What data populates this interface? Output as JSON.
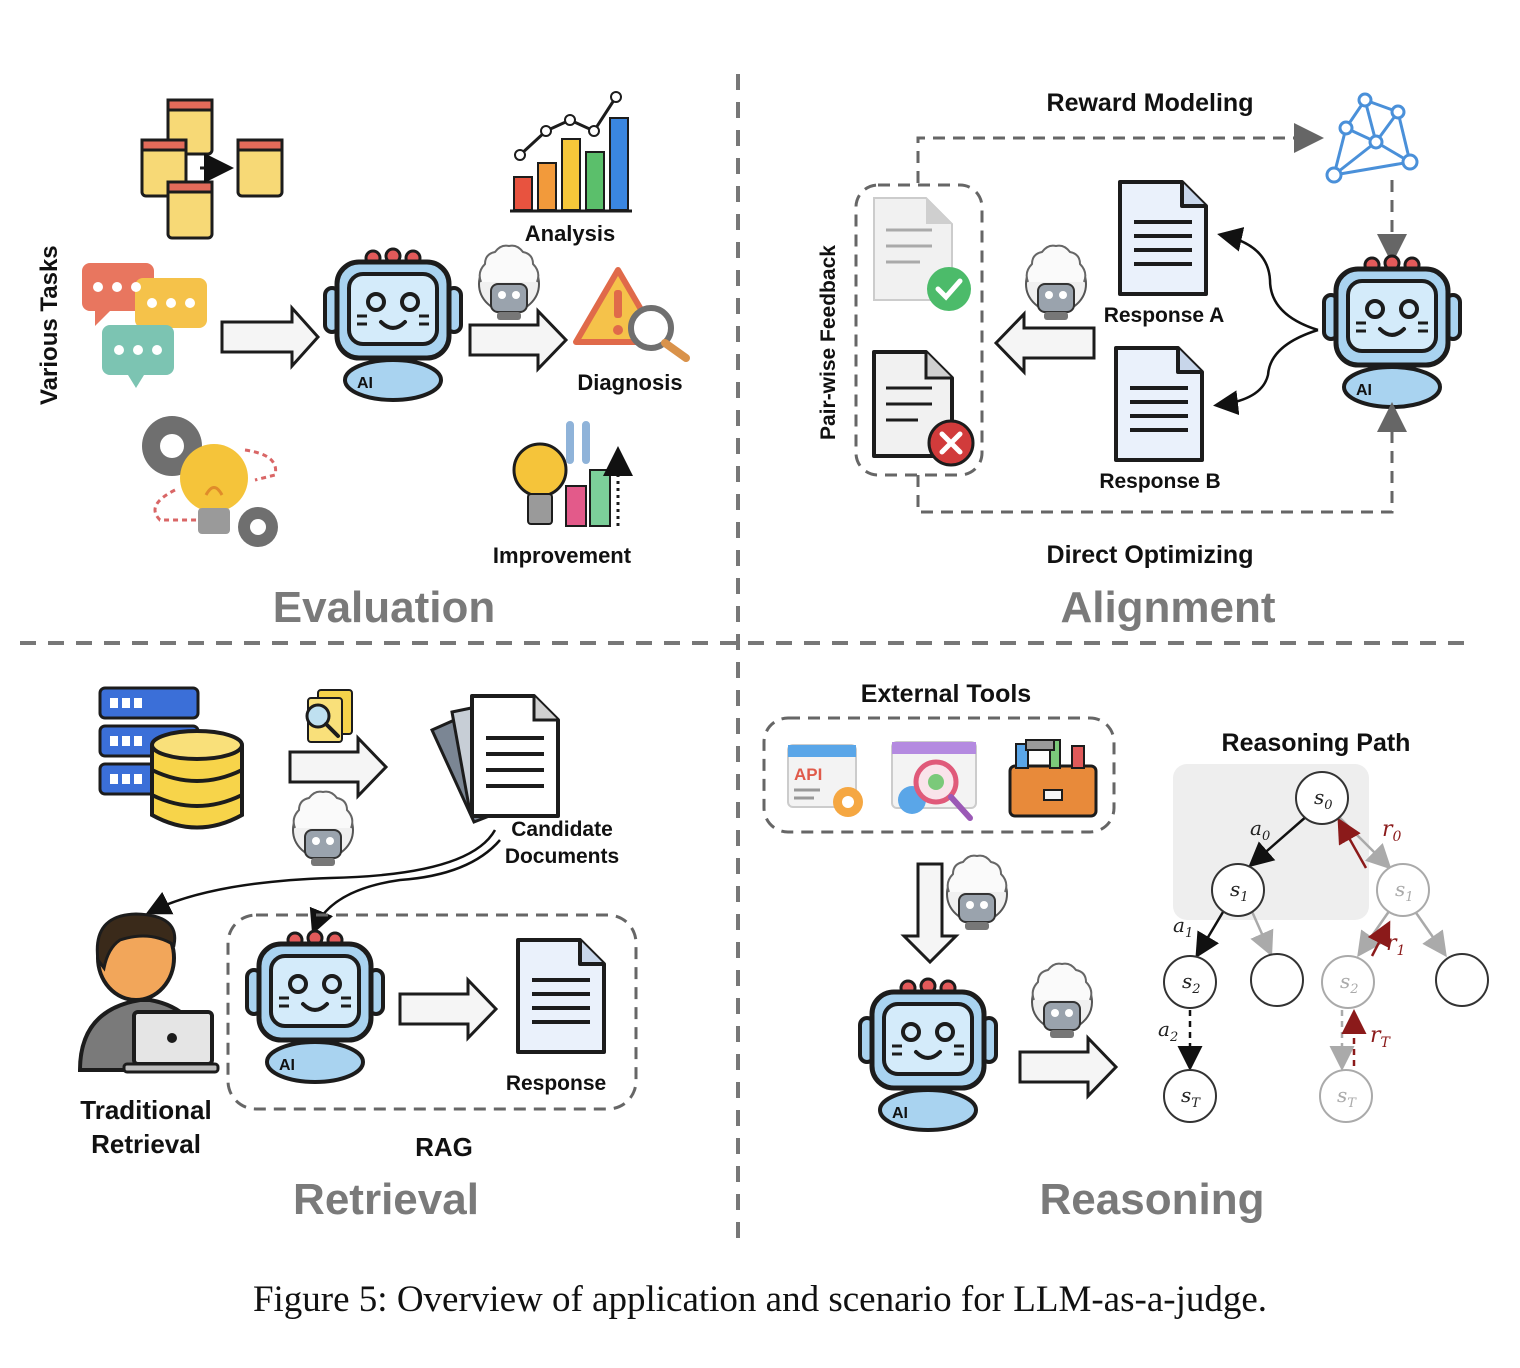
{
  "caption": "Figure 5: Overview of application and scenario for LLM-as-a-judge.",
  "evaluation": {
    "section_title": "Evaluation",
    "side_label": "Various Tasks",
    "analysis": "Analysis",
    "diagnosis": "Diagnosis",
    "improvement": "Improvement",
    "robot_text": "AI"
  },
  "alignment": {
    "section_title": "Alignment",
    "reward_modeling": "Reward Modeling",
    "direct_optimizing": "Direct Optimizing",
    "feedback_label": "Pair-wise Feedback",
    "response_a": "Response A",
    "response_b": "Response B",
    "robot_text": "AI"
  },
  "retrieval": {
    "section_title": "Retrieval",
    "candidate_line1": "Candidate",
    "candidate_line2": "Documents",
    "traditional_line1": "Traditional",
    "traditional_line2": "Retrieval",
    "rag": "RAG",
    "response": "Response",
    "robot_text": "AI"
  },
  "reasoning": {
    "section_title": "Reasoning",
    "external_tools": "External Tools",
    "api_text": "API",
    "reasoning_path": "Reasoning Path",
    "robot_text": "AI",
    "tree": {
      "s0": "s",
      "s0_sub": "0",
      "s1": "s",
      "s1_sub": "1",
      "s2": "s",
      "s2_sub": "2",
      "sT": "s",
      "sT_sub": "T",
      "a0": "a",
      "a0_sub": "0",
      "a1": "a",
      "a1_sub": "1",
      "a2": "a",
      "a2_sub": "2",
      "r0": "r",
      "r0_sub": "0",
      "r1": "r",
      "r1_sub": "1",
      "rT": "r",
      "rT_sub": "T"
    }
  },
  "colors": {
    "section_title": "#7a7a7a",
    "robot_face": "#a9d3f0",
    "robot_outline": "#1c1c1c",
    "reward_arrow": "#8b1a1a",
    "network_blue": "#4a90d9",
    "tree_shade": "#eeeeee"
  }
}
